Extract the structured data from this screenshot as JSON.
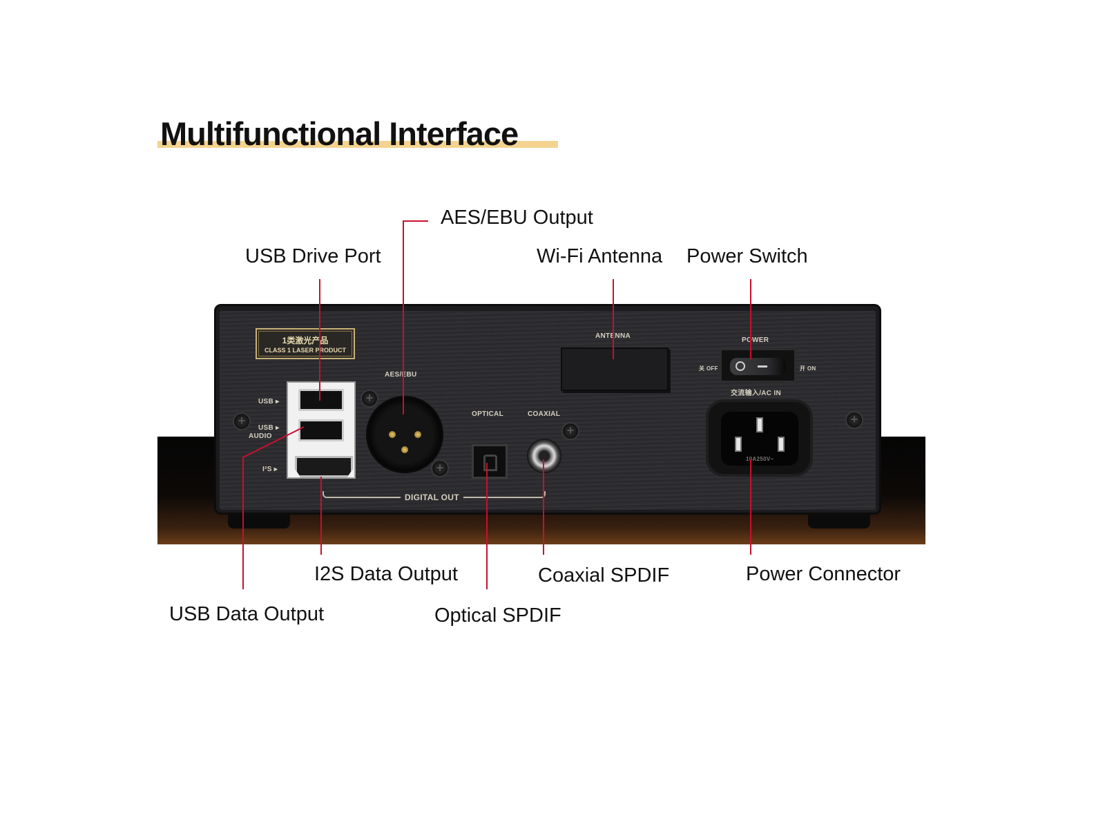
{
  "title": "Multifunctional Interface",
  "colors": {
    "accent_underline": "#f3d38f",
    "leader_line": "#c8102e",
    "panel": "#2b2b2e"
  },
  "callouts": {
    "aes_ebu_output": "AES/EBU Output",
    "usb_drive_port": "USB Drive Port",
    "wifi_antenna": "Wi-Fi Antenna",
    "power_switch": "Power Switch",
    "i2s_data_output": "I2S Data Output",
    "coaxial_spdif": "Coaxial SPDIF",
    "power_connector": "Power Connector",
    "usb_data_output": "USB Data Output",
    "optical_spdif": "Optical SPDIF"
  },
  "panel_labels": {
    "laser_cn": "1类激光产品",
    "laser_en": "CLASS 1 LASER PRODUCT",
    "usb": "USB ▸",
    "usb_audio_1": "USB ▸",
    "usb_audio_2": "AUDIO",
    "i2s": "I²S ▸",
    "aes_ebu": "AES/EBU",
    "optical": "OPTICAL",
    "coaxial": "COAXIAL",
    "digital_out": "DIGITAL OUT",
    "antenna": "ANTENNA",
    "power": "POWER",
    "off": "关 OFF",
    "on": "开 ON",
    "ac_in": "交流输入/AC IN",
    "iec_rating": "10A250V~"
  }
}
